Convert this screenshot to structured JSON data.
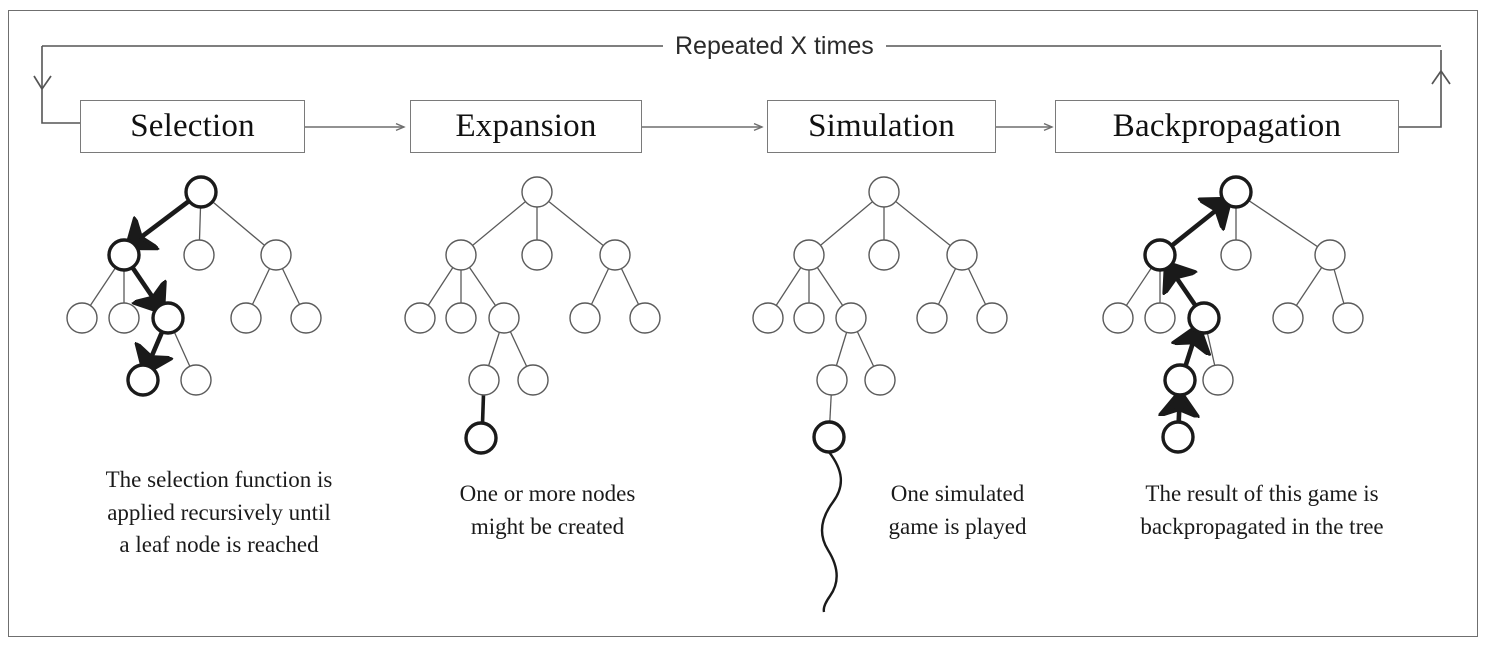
{
  "diagram": {
    "title_label": "Repeated X times",
    "stages": [
      {
        "id": "selection",
        "label": "Selection",
        "caption": "The selection function is\napplied recursively until\na leaf node is reached"
      },
      {
        "id": "expansion",
        "label": "Expansion",
        "caption": "One or more nodes\nmight be created"
      },
      {
        "id": "simulation",
        "label": "Simulation",
        "caption": "One simulated\ngame is played"
      },
      {
        "id": "backpropagation",
        "label": "Backpropagation",
        "caption": "The result of this game is\nbackpropagated in the tree"
      }
    ],
    "colors": {
      "frame": "#6f6f6f",
      "box_border": "#7a7a7a",
      "thin_stroke": "#5a5a5a",
      "bold_stroke": "#1a1a1a",
      "text": "#111111",
      "background": "#ffffff"
    },
    "icons": {
      "loop_arrow_left": "arrow-down-icon",
      "loop_arrow_right": "arrow-up-icon",
      "flow_arrow": "arrow-right-icon",
      "simulation_rollout": "wavy-line-icon"
    }
  }
}
